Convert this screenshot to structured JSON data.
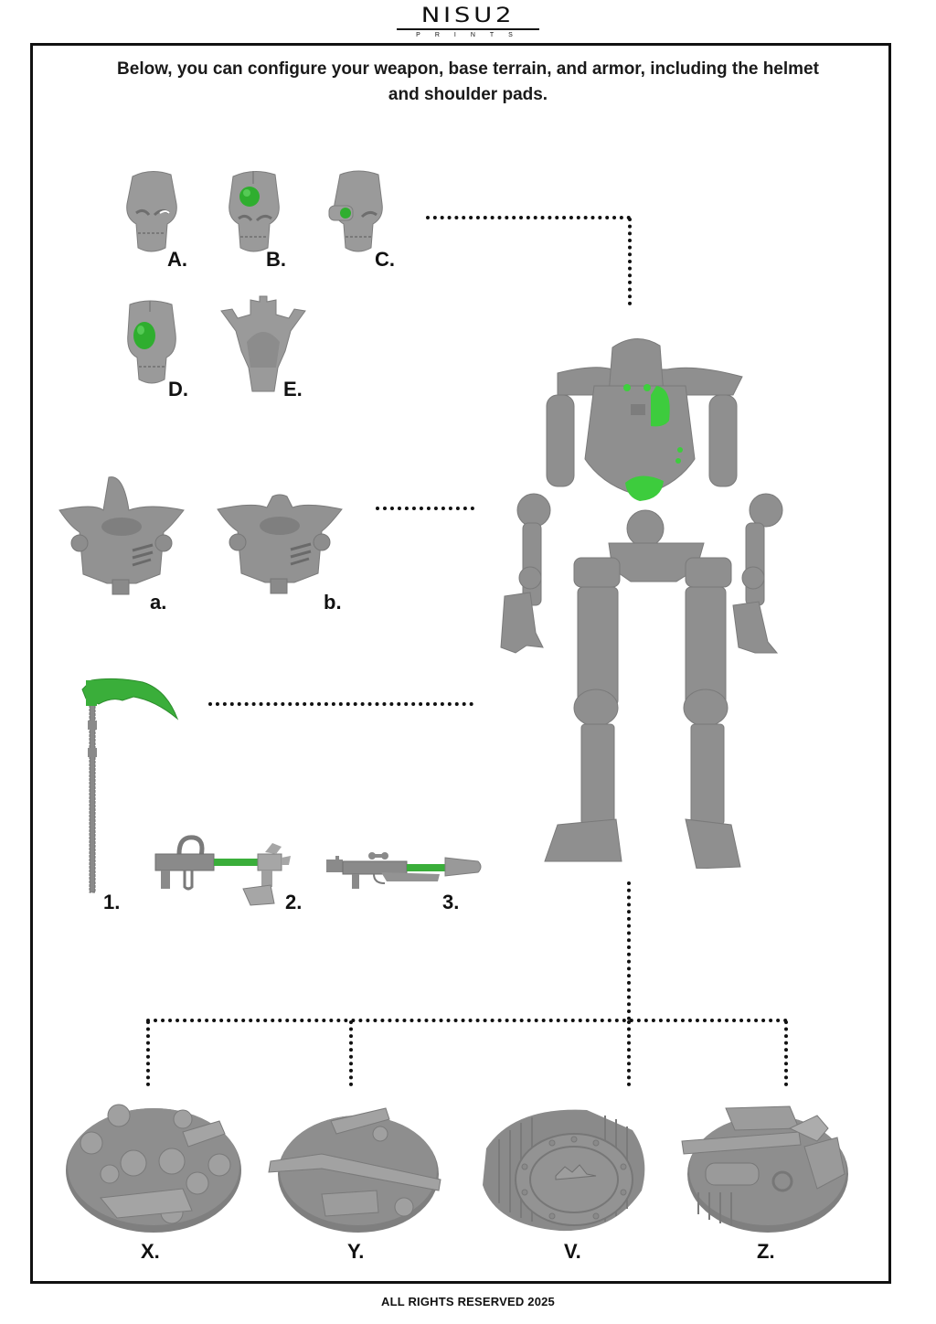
{
  "brand": {
    "name": "NISU2",
    "subtitle": "PRINTS"
  },
  "intro_text": "Below, you can configure your weapon, base terrain, and armor, including the helmet and shoulder pads.",
  "colors": {
    "model_gray": "#8f8f8f",
    "accent_green": "#3dbb3d",
    "frame": "#111111"
  },
  "helmets": [
    {
      "label": "A.",
      "variant": "skull-helmet-plain"
    },
    {
      "label": "B.",
      "variant": "skull-helmet-large-green-gem"
    },
    {
      "label": "C.",
      "variant": "skull-helmet-eyepiece-green"
    },
    {
      "label": "D.",
      "variant": "skull-helmet-large-green-orb"
    },
    {
      "label": "E.",
      "variant": "crested-hood"
    }
  ],
  "torsos": [
    {
      "label": "a.",
      "variant": "torso-armor-high-collar"
    },
    {
      "label": "b.",
      "variant": "torso-armor-ridged-collar"
    }
  ],
  "weapons": [
    {
      "label": "1.",
      "variant": "warscythe"
    },
    {
      "label": "2.",
      "variant": "gauss-blaster-axe"
    },
    {
      "label": "3.",
      "variant": "gauss-flayer-rifle"
    }
  ],
  "model": {
    "name": "robot-miniature-assembled"
  },
  "bases": [
    {
      "label": "X.",
      "variant": "skull-rubble-base"
    },
    {
      "label": "Y.",
      "variant": "ruined-girder-base"
    },
    {
      "label": "V.",
      "variant": "hatch-plate-base"
    },
    {
      "label": "Z.",
      "variant": "tech-panel-base"
    }
  ],
  "footer_text": "ALL RIGHTS RESERVED 2025"
}
